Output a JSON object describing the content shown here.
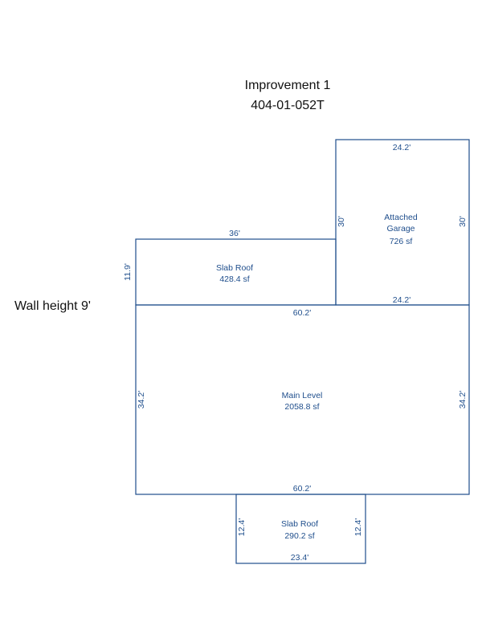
{
  "header": {
    "title": "Improvement 1",
    "parcel_id": "404-01-052T"
  },
  "wall_height": "Wall height 9'",
  "colors": {
    "line": "#1f4e8c",
    "text": "#111111"
  },
  "rooms": [
    {
      "key": "garage",
      "name": "Attached Garage",
      "name_line1": "Attached",
      "name_line2": "Garage",
      "area": "726 sf",
      "dims": {
        "top": "24.2'",
        "bottom": "24.2'",
        "left": "30'",
        "right": "30'"
      }
    },
    {
      "key": "slab_roof_upper",
      "name": "Slab Roof",
      "area": "428.4 sf",
      "dims": {
        "top": "36'",
        "left": "11.9'"
      }
    },
    {
      "key": "main_level",
      "name": "Main Level",
      "area": "2058.8 sf",
      "dims": {
        "top": "60.2'",
        "bottom": "60.2'",
        "left": "34.2'",
        "right": "34.2'"
      }
    },
    {
      "key": "slab_roof_lower",
      "name": "Slab Roof",
      "area": "290.2 sf",
      "dims": {
        "bottom": "23.4'",
        "left": "12.4'",
        "right": "12.4'"
      }
    }
  ]
}
